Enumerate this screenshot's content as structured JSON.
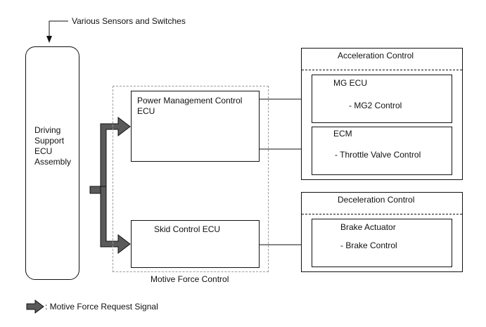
{
  "input_label": "Various Sensors and Switches",
  "driving_support": {
    "line1": "Driving",
    "line2": "Support",
    "line3": "ECU",
    "line4": "Assembly"
  },
  "power_mgmt": {
    "line1": "Power Management Control",
    "line2": "ECU"
  },
  "skid_control": "Skid Control ECU",
  "motive_force_control": "Motive Force Control",
  "acceleration": {
    "title": "Acceleration Control",
    "mg_ecu": "MG ECU",
    "mg2_control": "- MG2 Control",
    "ecm": "ECM",
    "throttle": "- Throttle Valve Control"
  },
  "deceleration": {
    "title": "Deceleration Control",
    "brake_actuator": "Brake Actuator",
    "brake_control": "- Brake Control"
  },
  "legend": {
    "text": ": Motive Force Request Signal",
    "arrow_fill": "#5a5a5a"
  }
}
